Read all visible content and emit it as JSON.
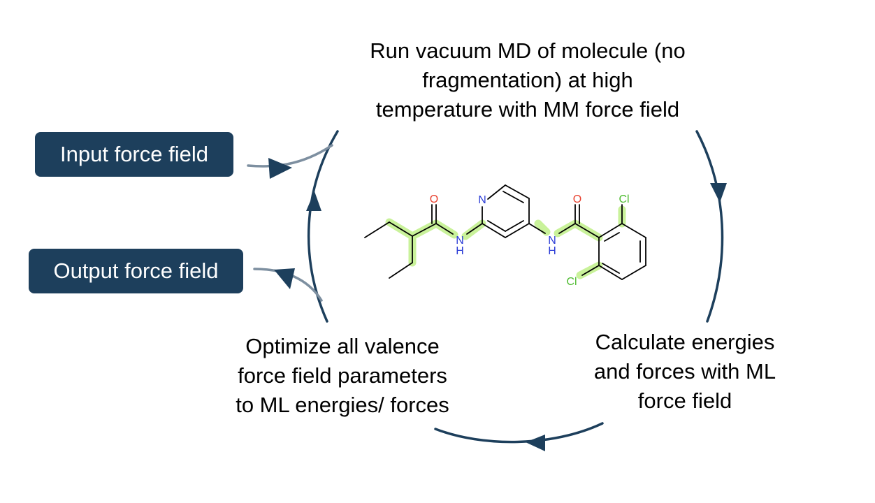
{
  "inputs": {
    "input_label": "Input force field",
    "output_label": "Output force field"
  },
  "cycle": {
    "step_md": "Run vacuum MD of molecule (no\nfragmentation) at high\ntemperature with MM force field",
    "step_ml": "Calculate energies\nand forces with ML\nforce field",
    "step_opt": "Optimize all valence\nforce field parameters\nto ML energies/ forces"
  },
  "molecule": {
    "atoms": {
      "o1": "O",
      "n_amide1": "N",
      "h_amide1": "H",
      "n_pyridine": "N",
      "n_amide2": "N",
      "h_amide2": "H",
      "o2": "O",
      "cl1": "Cl",
      "cl2": "Cl"
    }
  },
  "colors": {
    "pill": "#1d3f5c",
    "cycle_arrow": "#1d3f5c",
    "side_arrow": "#7d8fa0",
    "oxygen": "#e8412f",
    "nitrogen": "#2b3cd6",
    "chlorine": "#4dbb2f",
    "highlight": "#c9f29a"
  }
}
